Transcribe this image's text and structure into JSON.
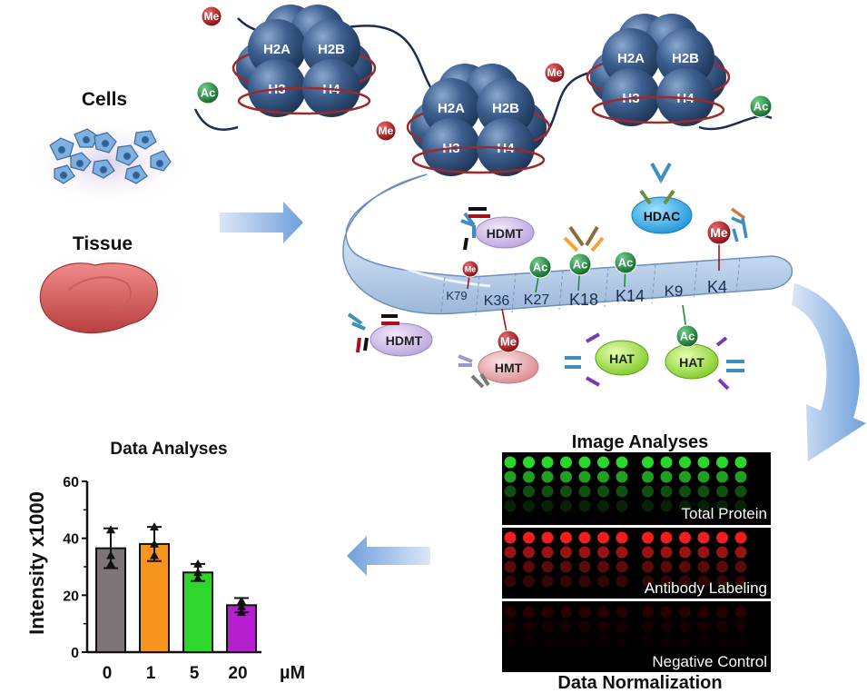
{
  "samples": {
    "cells_label": "Cells",
    "tissue_label": "Tissue"
  },
  "histones": [
    "H2A",
    "H2B",
    "H3",
    "H4"
  ],
  "marks": {
    "methyl": "Me",
    "acetyl": "Ac"
  },
  "residues": [
    "K79",
    "K36",
    "K27",
    "K18",
    "K14",
    "K9",
    "K4"
  ],
  "enzymes": {
    "hdmt": "HDMT",
    "hdac": "HDAC",
    "hmt": "HMT",
    "hat": "HAT"
  },
  "image_analyses": {
    "title": "Image Analyses",
    "panels": [
      "Total Protein",
      "Antibody Labeling",
      "Negative Control"
    ],
    "footer": "Data Normalization"
  },
  "chart_data": {
    "type": "bar",
    "title": "Data Analyses",
    "ylabel": "Intensity x1000",
    "xunit": "µM",
    "categories": [
      "0",
      "1",
      "5",
      "20"
    ],
    "values": [
      36.5,
      38,
      28,
      16.5
    ],
    "errors": [
      7,
      6,
      3,
      2.5
    ],
    "points": [
      [
        43,
        34,
        31
      ],
      [
        44,
        38,
        34
      ],
      [
        31,
        28,
        26
      ],
      [
        18,
        16,
        14
      ]
    ],
    "colors": [
      "#7d7478",
      "#f7941d",
      "#2fd62b",
      "#b51fcf"
    ],
    "ylim": [
      0,
      60
    ],
    "yticks": [
      0,
      20,
      40,
      60
    ]
  },
  "colors": {
    "histone": "#3a5e8c",
    "methyl": "#a5121c",
    "acetyl": "#1e8c3a",
    "arrow": "#8fb4e3",
    "green_dots": "#2fe22f",
    "red_dots": "#ff2020"
  }
}
